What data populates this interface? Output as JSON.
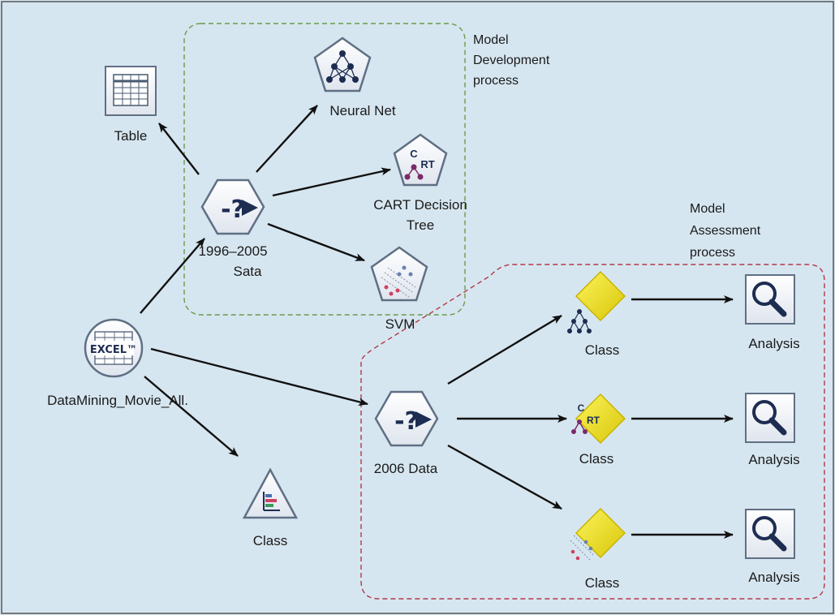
{
  "regions": {
    "development": {
      "label_lines": [
        "Model",
        "Development",
        "process"
      ],
      "border_color": "#6a9a4a"
    },
    "assessment": {
      "label_lines": [
        "Model",
        "Assessment",
        "process"
      ],
      "border_color": "#b03a48"
    }
  },
  "nodes": {
    "table": {
      "label_lines": [
        "Table"
      ],
      "icon": "table-icon"
    },
    "type_1996": {
      "label_lines": [
        "1996–2005",
        "Sata"
      ],
      "icon": "type-node-icon"
    },
    "neural_net": {
      "label_lines": [
        "Neural Net"
      ],
      "icon": "neural-net-icon"
    },
    "cart": {
      "label_lines": [
        "CART Decision",
        "Tree"
      ],
      "icon": "cart-tree-icon"
    },
    "svm": {
      "label_lines": [
        "SVM"
      ],
      "icon": "svm-icon"
    },
    "excel": {
      "label_lines": [
        "DataMining_Movie_All."
      ],
      "icon": "excel-source-icon",
      "icon_text": "EXCEL™"
    },
    "distribution": {
      "label_lines": [
        "Class"
      ],
      "icon": "distribution-graph-icon"
    },
    "type_2006": {
      "label_lines": [
        "2006 Data"
      ],
      "icon": "type-node-icon"
    },
    "class_nn": {
      "label_lines": [
        "Class"
      ],
      "icon": "nn-model-nugget-icon"
    },
    "class_cart": {
      "label_lines": [
        "Class"
      ],
      "icon": "cart-model-nugget-icon"
    },
    "class_svm": {
      "label_lines": [
        "Class"
      ],
      "icon": "svm-model-nugget-icon"
    },
    "analysis_1": {
      "label_lines": [
        "Analysis"
      ],
      "icon": "magnifier-icon"
    },
    "analysis_2": {
      "label_lines": [
        "Analysis"
      ],
      "icon": "magnifier-icon"
    },
    "analysis_3": {
      "label_lines": [
        "Analysis"
      ],
      "icon": "magnifier-icon"
    },
    "cart_icon_text": {
      "c": "C",
      "rt": "RT"
    }
  },
  "colors": {
    "background": "#d6e6f0",
    "node_fill": "#f2f4f8",
    "node_stroke": "#6b7d92",
    "nugget": "#f2e21a",
    "arrow": "#111111"
  }
}
